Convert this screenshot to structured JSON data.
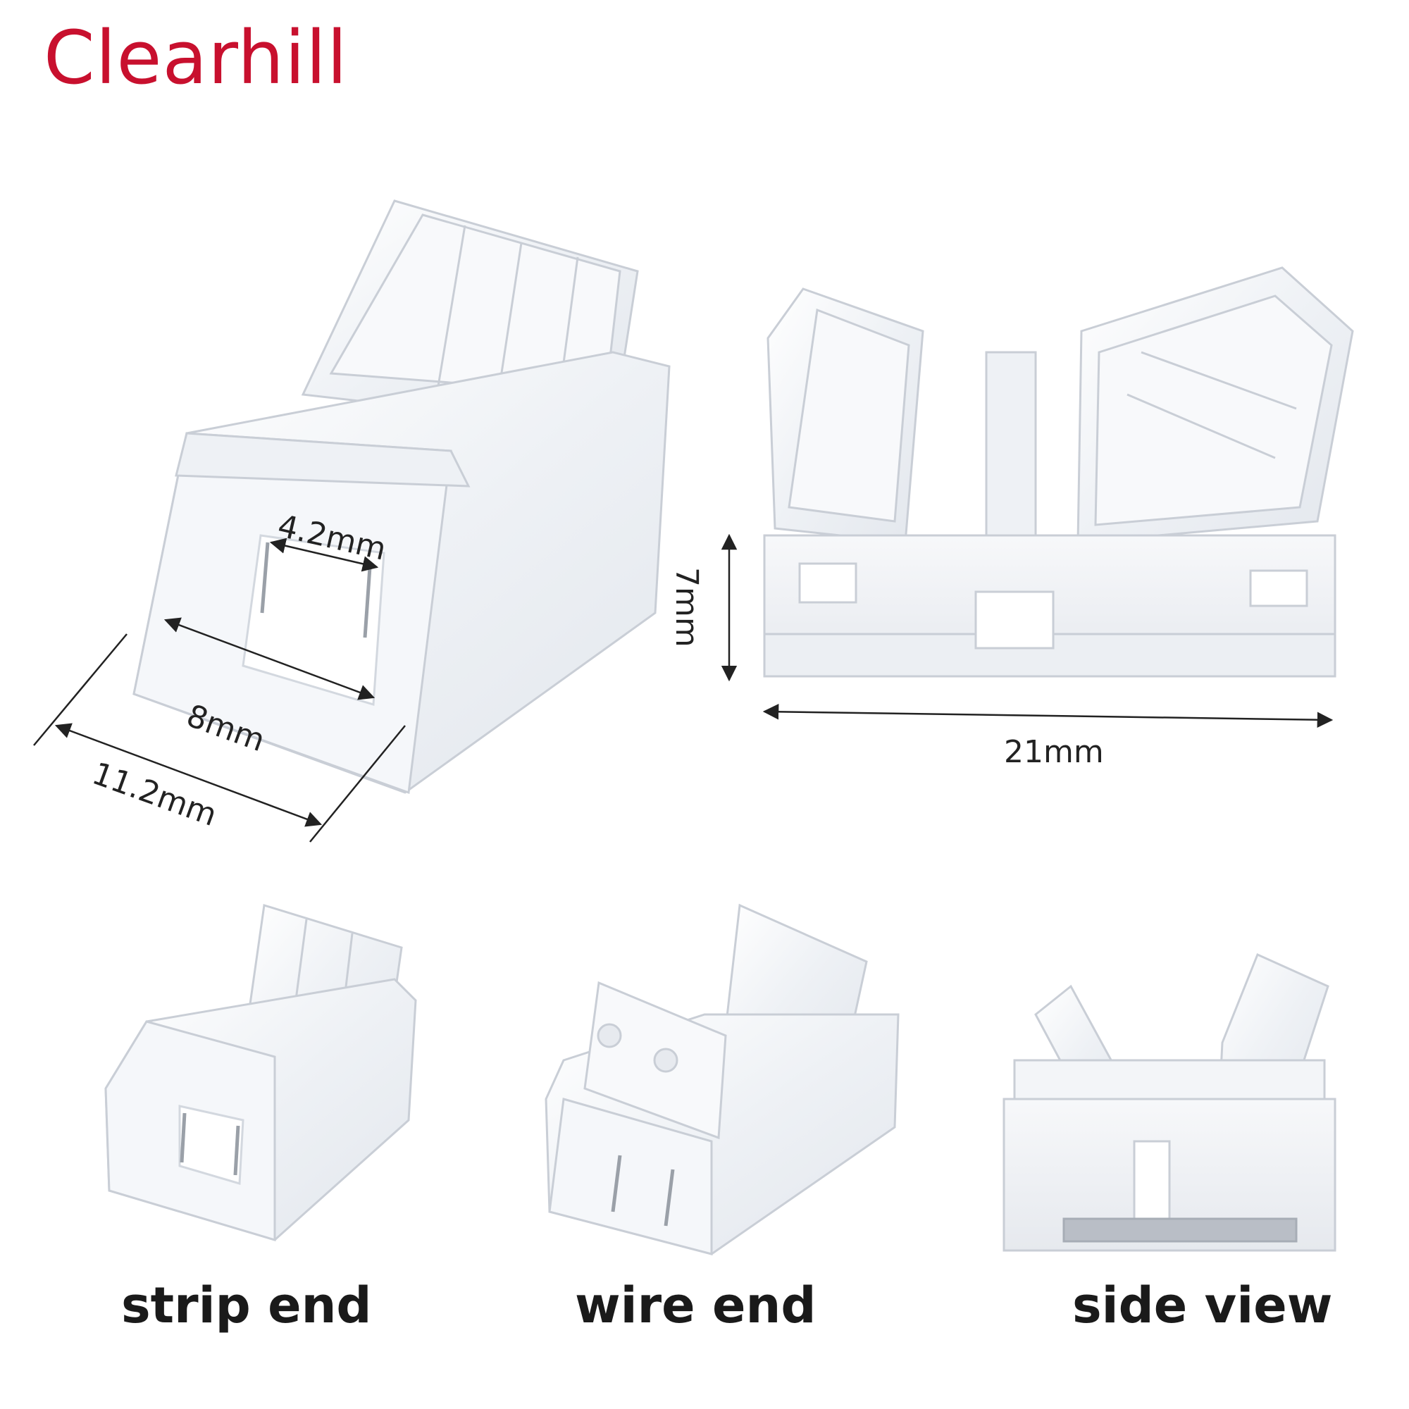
{
  "brand": {
    "name": "Clearhill",
    "color": "#c8102e"
  },
  "dimensions": {
    "inner_width": "4.2mm",
    "channel_width": "8mm",
    "outer_width": "11.2mm",
    "height": "7mm",
    "length": "21mm"
  },
  "captions": {
    "strip_end": "strip end",
    "wire_end": "wire end",
    "side_view": "side view"
  },
  "colors": {
    "plastic": "#f3f5f8",
    "plastic_edge": "#c9ced6",
    "pin": "#9aa0a8",
    "dimension_line": "#222222"
  }
}
